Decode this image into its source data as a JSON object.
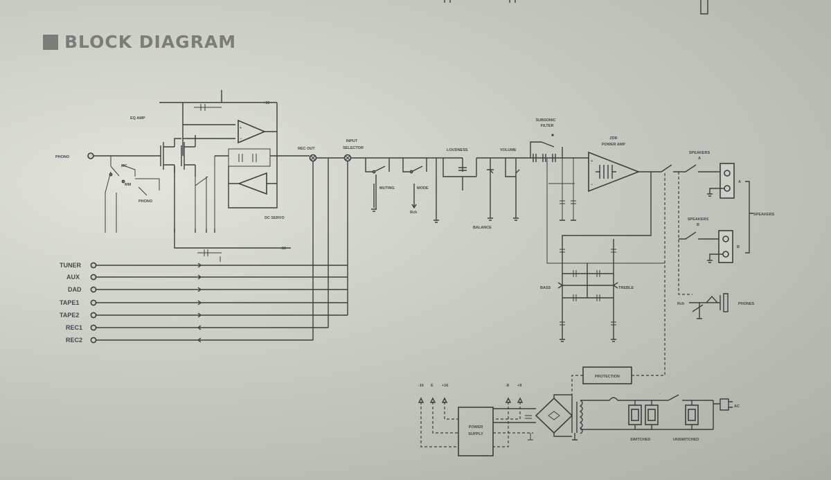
{
  "header": {
    "title": "BLOCK DIAGRAM"
  },
  "phono": {
    "input_label": "PHONO",
    "eq_amp": "EQ AMP",
    "mc": "MC",
    "mm": "MM",
    "selector_label": "PHONO",
    "dc_servo": "DC SERVO",
    "plus": "+16",
    "minus": "-16"
  },
  "inputs": [
    "TUNER",
    "AUX",
    "DAD",
    "TAPE1",
    "TAPE2",
    "REC1",
    "REC2"
  ],
  "chain": {
    "rec_out": "REC OUT",
    "input_selector": [
      "INPUT",
      "SELECTOR"
    ],
    "muting": "MUTING",
    "mode": "MODE",
    "loudness": "LOUDNESS",
    "volume": "VOLUME",
    "balance": "BALANCE",
    "subsonic_filter": [
      "SUBSONIC",
      "FILTER"
    ],
    "power_amp": [
      "ZDR",
      "POWER AMP"
    ],
    "bass": "BASS",
    "treble": "TREBLE",
    "rch": "Rch"
  },
  "outputs": {
    "speakers_a": [
      "SPEAKERS",
      "A"
    ],
    "speakers_b": [
      "SPEAKERS",
      "B"
    ],
    "speakers": "SPEAKERS",
    "a_label": "A",
    "b_label": "B",
    "phones": "PHONES"
  },
  "power": {
    "protection": "PROTECTION",
    "power_supply": [
      "POWER",
      "SUPPLY"
    ],
    "switched": "SWITCHED",
    "unswitched": "UNSWITCHED",
    "ac": "AC",
    "rail_labels": [
      "-16",
      "E",
      "+16",
      "-8",
      "+8"
    ]
  }
}
